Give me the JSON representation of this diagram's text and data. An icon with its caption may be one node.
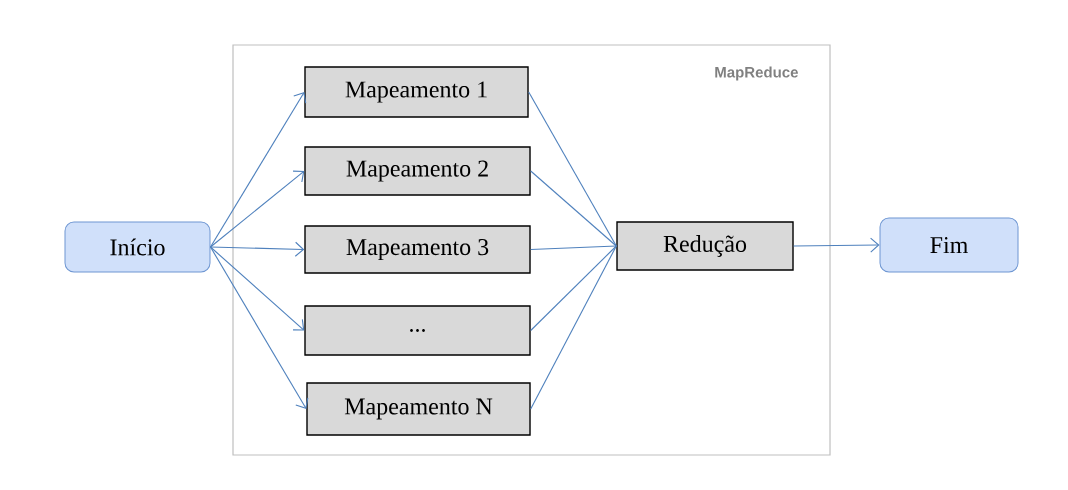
{
  "diagram": {
    "nodes": [
      {
        "text": [
          "MapReduce"
        ]
      },
      {
        "text": [
          "Início"
        ]
      },
      {
        "text": [
          "Mapeamento 1"
        ],
        "in": 0
      },
      {
        "text": [
          "Mapeamento 2"
        ],
        "in": 0
      },
      {
        "text": [
          "Mapeamento 3"
        ],
        "in": 0
      },
      {
        "text": [
          "..."
        ],
        "in": 0
      },
      {
        "text": [
          "Mapeamento N"
        ],
        "in": 0
      },
      {
        "text": [
          "Redução"
        ],
        "in": 0
      },
      {
        "text": [
          "Fim"
        ]
      }
    ],
    "edges": [
      {
        "from": 1,
        "to": 2,
        "arrow": "to"
      },
      {
        "from": 1,
        "to": 3,
        "arrow": "to"
      },
      {
        "from": 1,
        "to": 4,
        "arrow": "to"
      },
      {
        "from": 1,
        "to": 5,
        "arrow": "to"
      },
      {
        "from": 1,
        "to": 6,
        "arrow": "to"
      },
      {
        "from": 2,
        "to": 7,
        "arrow": "none"
      },
      {
        "from": 3,
        "to": 7,
        "arrow": "none"
      },
      {
        "from": 4,
        "to": 7,
        "arrow": "none"
      },
      {
        "from": 5,
        "to": 7,
        "arrow": "none"
      },
      {
        "from": 6,
        "to": 7,
        "arrow": "none"
      },
      {
        "from": 7,
        "to": 8,
        "arrow": "to"
      }
    ]
  }
}
